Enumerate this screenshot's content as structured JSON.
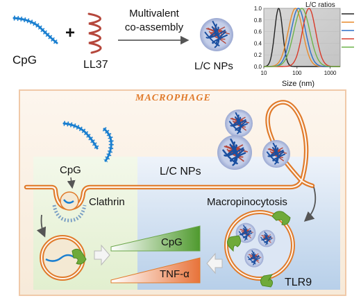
{
  "top": {
    "cpg_label": "CpG",
    "plus": "+",
    "ll37_label": "LL37",
    "arrow_text_line1": "Multivalent",
    "arrow_text_line2": "co-assembly",
    "nps_label": "L/C NPs"
  },
  "chart_data": {
    "type": "line",
    "title": "L/C ratios",
    "xlabel": "Size (nm)",
    "ylabel": "",
    "x_scale": "log",
    "xlim": [
      10,
      2000
    ],
    "ylim": [
      0,
      1.0
    ],
    "x_ticks": [
      "10",
      "100",
      "1000"
    ],
    "y_ticks": [
      "0.0",
      "0.2",
      "0.4",
      "0.6",
      "0.8",
      "1.0"
    ],
    "series": [
      {
        "color": "#222222",
        "peak": 28,
        "width": 0.12
      },
      {
        "color": "#e88a2a",
        "peak": 90,
        "width": 0.22
      },
      {
        "color": "#2b6fc7",
        "peak": 110,
        "width": 0.22
      },
      {
        "color": "#d83a2a",
        "peak": 230,
        "width": 0.2
      },
      {
        "color": "#6db34a",
        "peak": 140,
        "width": 0.24
      }
    ]
  },
  "panel": {
    "title": "MACROPHAGE",
    "cpg_label": "CpG",
    "nps_label": "L/C NPs",
    "clathrin_label": "Clathrin",
    "macro_label": "Macropinocytosis",
    "tlr9_label": "TLR9",
    "bar1_label": "CpG",
    "bar2_label": "TNF-α"
  },
  "colors": {
    "dna": "#1a7fd0",
    "peptide": "#b5473c",
    "membrane": "#e07a2a",
    "receptor": "#6faa3a",
    "title": "#e07a2a"
  }
}
